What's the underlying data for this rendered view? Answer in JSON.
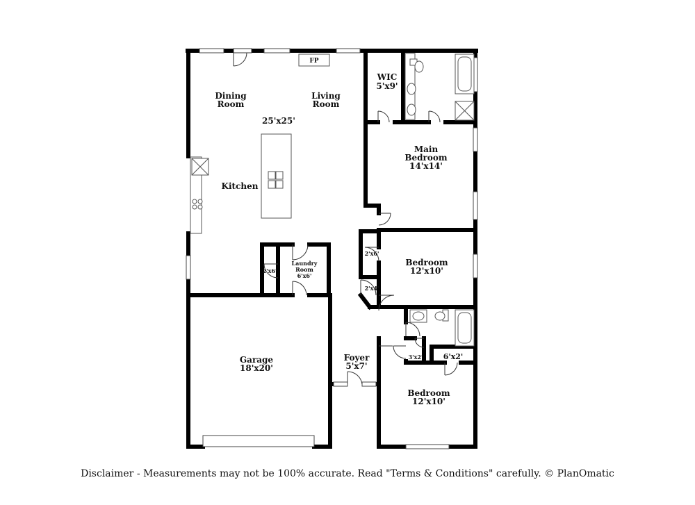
{
  "rooms": {
    "fp": "FP",
    "dining_1": "Dining",
    "dining_2": "Room",
    "living_1": "Living",
    "living_2": "Room",
    "great_dim": "25'x25'",
    "kitchen": "Kitchen",
    "wic": "WIC",
    "wic_dim": "5'x9'",
    "main_bed_1": "Main",
    "main_bed_2": "Bedroom",
    "main_bed_dim": "14'x14'",
    "closet_a": "2'x6'",
    "closet_b": "2'x6'",
    "closet_c": "2'x4'",
    "laundry_1": "Laundry",
    "laundry_2": "Room",
    "laundry_dim": "6'x6'",
    "bedroom2": "Bedroom",
    "bedroom2_dim": "12'x10'",
    "garage": "Garage",
    "garage_dim": "18'x20'",
    "foyer": "Foyer",
    "foyer_dim": "5'x7'",
    "closet_d": "3'x2'",
    "closet_e": "6'x2'",
    "bedroom3": "Bedroom",
    "bedroom3_dim": "12'x10'"
  },
  "disclaimer": "Disclaimer - Measurements may not be 100% accurate. Read \"Terms & Conditions\" carefully. © PlanOmatic"
}
